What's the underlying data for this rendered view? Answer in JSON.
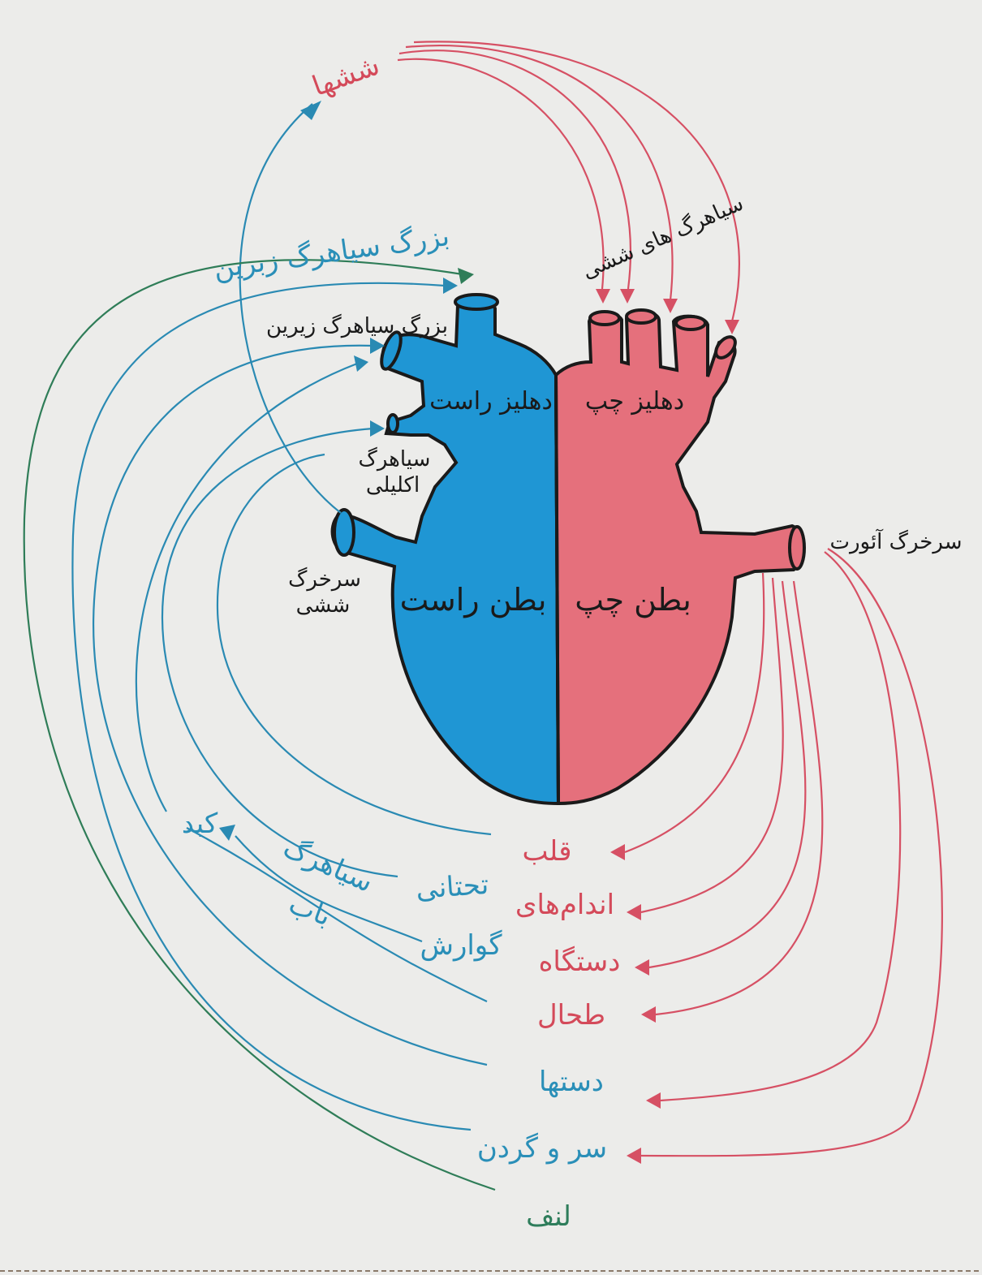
{
  "colors": {
    "oxygenated": "#e5707c",
    "deoxygenated": "#1f96d4",
    "lymph": "#2f7d58",
    "background": "#ececea"
  },
  "heart": {
    "right_atrium": "دهلیز راست",
    "left_atrium": "دهلیز چپ",
    "right_ventricle": "بطن راست",
    "left_ventricle": "بطن چپ"
  },
  "vessels": {
    "lungs": "ششها",
    "pulmonary_veins": "سیاهرگ های ششی",
    "superior_vena_cava": "بزرگ سیاهرگ زبرین",
    "inferior_vena_cava": "بزرگ سیاهرگ زیرین",
    "coronary_vein_line1": "سیاهرگ",
    "coronary_vein_line2": "اکلیلی",
    "pulmonary_artery_line1": "سرخرگ",
    "pulmonary_artery_line2": "ششی",
    "aorta": "سرخرگ آئورت"
  },
  "organs": {
    "liver": "کبد",
    "portal_vein_line1": "سیاهرگ",
    "portal_vein_line2": "باب",
    "heart": "قلب",
    "lower_limbs_prefix": "تحتانی",
    "lower_limbs_main": "اندام‌های",
    "digestive_prefix": "گوارش",
    "digestive_main": "دستگاه",
    "spleen": "طحال",
    "arms": "دستها",
    "head_neck": "سر و گردن",
    "lymph": "لنف"
  }
}
